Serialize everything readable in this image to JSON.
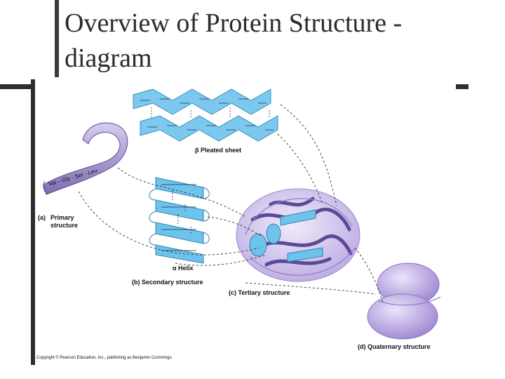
{
  "slide": {
    "title": "Overview of Protein Structure - diagram"
  },
  "figure": {
    "primary": {
      "letter": "(a)",
      "line1": "Primary",
      "line2": "structure",
      "residues": "Val – Gly · Ser · Leu"
    },
    "secondary": {
      "label": "(b) Secondary structure"
    },
    "helix": {
      "label": "α Helix"
    },
    "sheet": {
      "label": "β Pleated sheet"
    },
    "tertiary": {
      "label": "(c) Tertiary structure"
    },
    "quaternary": {
      "label": "(d) Quaternary structure"
    },
    "copyright": "Copyright © Pearson Education, Inc., publishing as Benjamin Cummings.",
    "colors": {
      "ribbon": "#9e8fc8",
      "helix": "#6ec3ea",
      "sheet": "#7cc8ef",
      "globule": "#c9b8ea",
      "quaternary": "#b4a0df"
    }
  }
}
